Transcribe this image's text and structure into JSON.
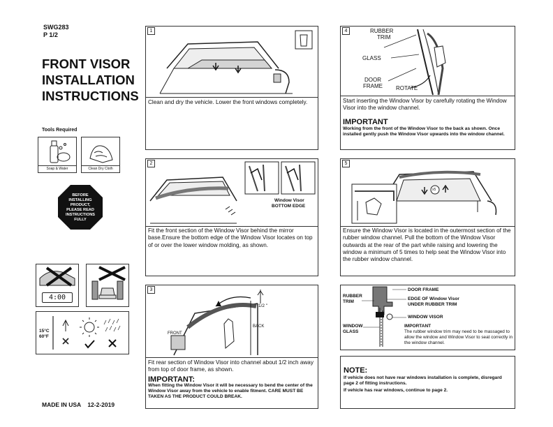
{
  "doc": {
    "code": "SWG283",
    "page": "P 1/2",
    "title_lines": [
      "FRONT VISOR",
      "INSTALLATION",
      "INSTRUCTIONS"
    ],
    "footer": "MADE IN USA    12-2-2019"
  },
  "tools": {
    "heading": "Tools Required",
    "items": [
      "Soap & Water",
      "Clean Dry Cloth"
    ]
  },
  "warning_sign": {
    "lines": [
      "BEFORE",
      "INSTALLING",
      "PRODUCT,",
      "PLEASE READ",
      "INSTRUCTIONS",
      "FULLY"
    ]
  },
  "conditions": {
    "time": "4:00",
    "temp_hi": "15°C",
    "temp_lo": "60°F"
  },
  "steps": [
    {
      "num": "1",
      "text": "Clean and dry the vehicle. Lower the front windows completely."
    },
    {
      "num": "2",
      "text": "Fit the front section of the Window Visor behind the mirror base.Ensure the bottom edge of the Window Visor locates on top of or over the lower window molding, as shown.",
      "labels": [
        "Window Visor",
        "BOTTOM EDGE"
      ]
    },
    {
      "num": "3",
      "text": "Fit rear section of Window Visor into channel about 1/2 inch away from top of door frame, as shown.",
      "important_title": "IMPORTANT:",
      "important_text": "When fitting the Window Visor it will be necessary to bend the center of the Window Visor away from the vehicle to enable fitment. CARE MUST BE TAKEN AS THE PRODUCT COULD BREAK.",
      "labels": {
        "half": "1/2 \"",
        "back": "BACK",
        "front": "FRONT"
      }
    },
    {
      "num": "4",
      "text": "Start inserting the Window Visor by carefully rotating the Window Visor into the window channel.",
      "important_title": "IMPORTANT",
      "important_text": "Working from the front of the Window Visor to the back as shown. Once installed gently push the Window Visor upwards into the window channel.",
      "labels": {
        "rubber": "RUBBER",
        "trim": "TRIM",
        "glass": "GLASS",
        "door": "DOOR",
        "frame": "FRAME",
        "rotate": "ROTATE"
      }
    },
    {
      "num": "5",
      "text": "Ensure the Window Visor is located in the outermost section of the rubber window channel. Pull the bottom of the Window Visor outwards at the rear of the part while raising and lowering the window a minimum of 5 times to help seat the Window Visor into the rubber window channel.",
      "labels": {
        "count": "x5"
      }
    }
  ],
  "cross_section": {
    "rubber_trim_a": "RUBBER",
    "rubber_trim_b": "TRIM",
    "window_a": "WINDOW",
    "window_b": "GLASS",
    "door_frame": "DOOR FRAME",
    "edge_a": "EDGE OF Window Visor",
    "edge_b": "UNDER RUBBER TRIM",
    "visor": "WINDOW VISOR",
    "important_title": "IMPORTANT",
    "important_text": "The rubber window trim may need to be massaged to allow the window and Window Visor to seat correctly in the window channel."
  },
  "note": {
    "title": "NOTE:",
    "lines": [
      "If vehicle does not have rear windows installation is complete, disregard page 2 of fitting instructions.",
      "If vehicle has rear windows, continue to page 2."
    ]
  }
}
